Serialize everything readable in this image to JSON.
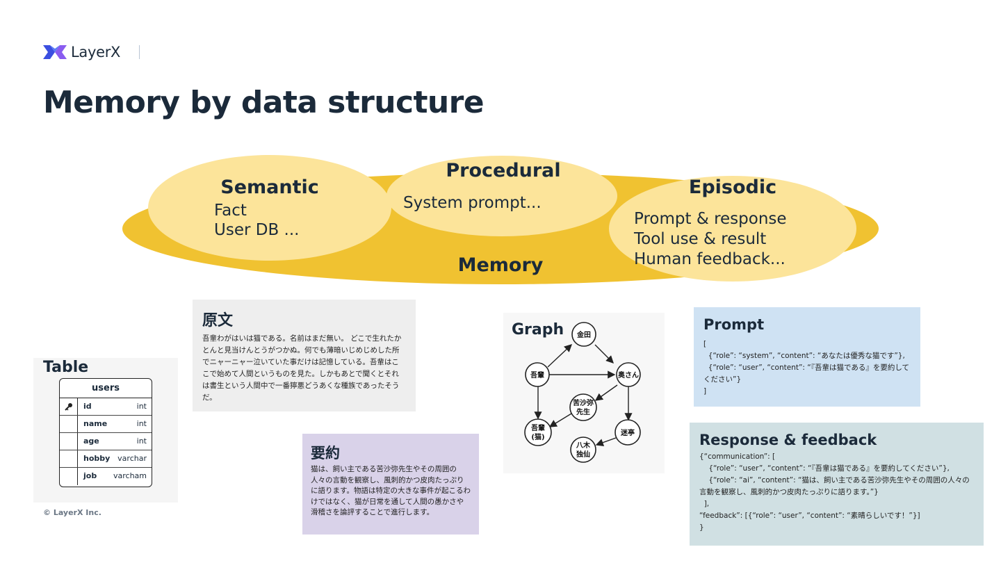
{
  "header": {
    "brand": "LayerX",
    "title": "Memory by data structure"
  },
  "colors": {
    "memory_fill": "#f0c231",
    "inner_fill": "#fce49a",
    "text": "#1b2a3a",
    "logo_blue": "#3b4fe0",
    "logo_purple": "#8a5cf0"
  },
  "memory": {
    "label": "Memory",
    "semantic": {
      "title": "Semantic",
      "lines": [
        "Fact",
        "User DB ..."
      ]
    },
    "procedural": {
      "title": "Procedural",
      "lines": [
        "System prompt..."
      ]
    },
    "episodic": {
      "title": "Episodic",
      "lines": [
        "Prompt & response",
        "Tool use & result",
        "Human feedback..."
      ]
    }
  },
  "original": {
    "title": "原文",
    "text": "吾輩わがはいは猫である。名前はまだ無い。 どこで生れたかとんと見当けんとうがつかぬ。何でも薄暗いじめじめした所でニャーニャー泣いていた事だけは記憶している。吾輩はここで始めて人間というものを見た。しかもあとで聞くとそれは書生という人間中で一番獰悪どうあくな種族であったそうだ。"
  },
  "summary": {
    "title": "要約",
    "text": "猫は、飼い主である苦沙弥先生やその周囲の人々の言動を観察し、風刺的かつ皮肉たっぷりに語ります。物語は特定の大きな事件が起こるわけではなく、猫が日常を通して人間の愚かさや滑稽さを論評することで進行します。"
  },
  "table": {
    "title": "Table",
    "name": "users",
    "key_icon": "key-icon",
    "columns": [
      {
        "name": "id",
        "type": "int",
        "key": true
      },
      {
        "name": "name",
        "type": "int",
        "key": false
      },
      {
        "name": "age",
        "type": "int",
        "key": false
      },
      {
        "name": "hobby",
        "type": "varchar",
        "key": false
      },
      {
        "name": "job",
        "type": "varcham",
        "key": false
      }
    ]
  },
  "graph": {
    "title": "Graph",
    "nodes": {
      "kaneda": "金田",
      "wagahai": "吾輩",
      "okusan": "奥さん",
      "kushami_1": "苦沙弥",
      "kushami_2": "先生",
      "wagahai_cat_1": "吾輩",
      "wagahai_cat_2": "(猫)",
      "meitei": "迷亭",
      "yagi_1": "八木",
      "yagi_2": "独仙"
    }
  },
  "prompt": {
    "title": "Prompt",
    "code": "[\n  {“role”: “system”, “content”: “あなたは優秀な猫です”},\n  {“role”: “user”, “content”: “『吾輩は猫である』を要約してください”}\n]"
  },
  "response": {
    "title": "Response & feedback",
    "code": "{“communication”: [\n    {“role”: “user”, “content”: “『吾輩は猫である』を要約してください”},\n    {“role”: “ai”, “content”: “猫は、飼い主である苦沙弥先生やその周囲の人々の言動を観察し、風刺的かつ皮肉たっぷりに語ります。”}\n  ],\n“feedback”: [{“role”: “user”, “content”: “素晴らしいです！”}]\n}"
  },
  "footer": {
    "copyright": "© LayerX Inc."
  }
}
